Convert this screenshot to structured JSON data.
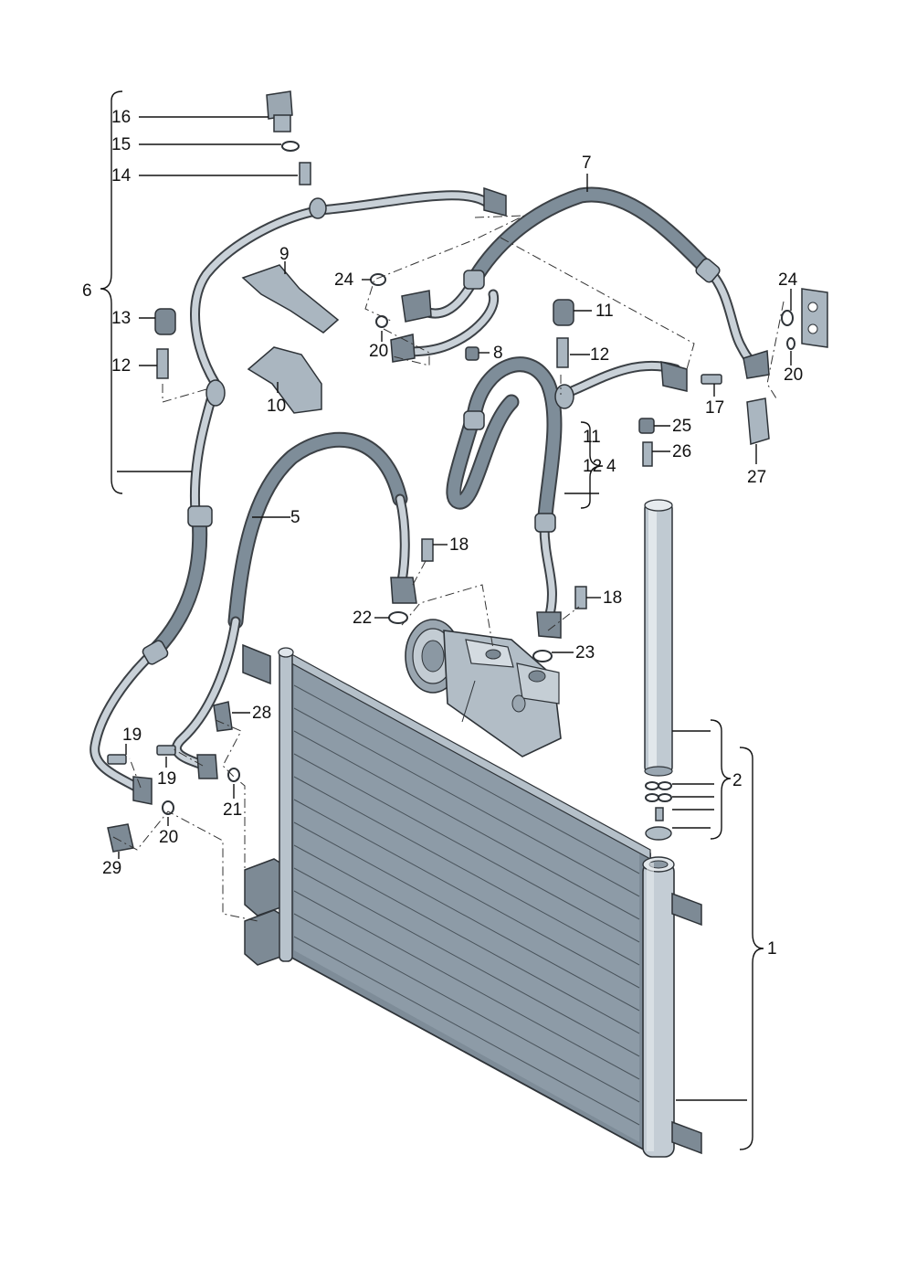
{
  "diagram": {
    "labels": {
      "l1": "1",
      "l2": "2",
      "l4": "4",
      "l5": "5",
      "l6": "6",
      "l7": "7",
      "l8": "8",
      "l9": "9",
      "l10": "10",
      "l11a": "11",
      "l11b": "11",
      "l12a": "12",
      "l12b": "12",
      "l12c": "12",
      "l13": "13",
      "l14": "14",
      "l15": "15",
      "l16": "16",
      "l17": "17",
      "l18a": "18",
      "l18b": "18",
      "l19a": "19",
      "l19b": "19",
      "l20a": "20",
      "l20b": "20",
      "l20c": "20",
      "l21": "21",
      "l22": "22",
      "l23": "23",
      "l24a": "24",
      "l24b": "24",
      "l25": "25",
      "l26": "26",
      "l27": "27",
      "l28": "28",
      "l29": "29"
    },
    "colors": {
      "metal_light": "#c9d1d8",
      "metal_mid": "#aab6c0",
      "metal_dark": "#7d8a95",
      "outline": "#2e3338",
      "hose": "#7e8d99"
    }
  }
}
